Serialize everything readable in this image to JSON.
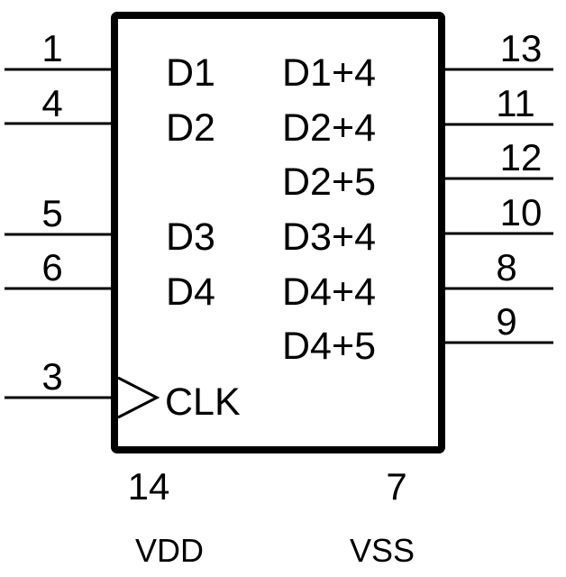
{
  "chip": {
    "stroke_color": "#000000",
    "background": "#ffffff"
  },
  "left_pins": [
    {
      "number": "1",
      "signal": "D1"
    },
    {
      "number": "4",
      "signal": "D2"
    },
    {
      "number": "5",
      "signal": "D3"
    },
    {
      "number": "6",
      "signal": "D4"
    },
    {
      "number": "3",
      "signal": "CLK"
    }
  ],
  "right_pins": [
    {
      "number": "13",
      "signal": "D1+4"
    },
    {
      "number": "11",
      "signal": "D2+4"
    },
    {
      "number": "12",
      "signal": "D2+5"
    },
    {
      "number": "10",
      "signal": "D3+4"
    },
    {
      "number": "8",
      "signal": "D4+4"
    },
    {
      "number": "9",
      "signal": "D4+5"
    }
  ],
  "power_pins": [
    {
      "number": "14",
      "name": "VDD"
    },
    {
      "number": "7",
      "name": "VSS"
    }
  ],
  "clock_symbol": "clock-triangle-icon"
}
